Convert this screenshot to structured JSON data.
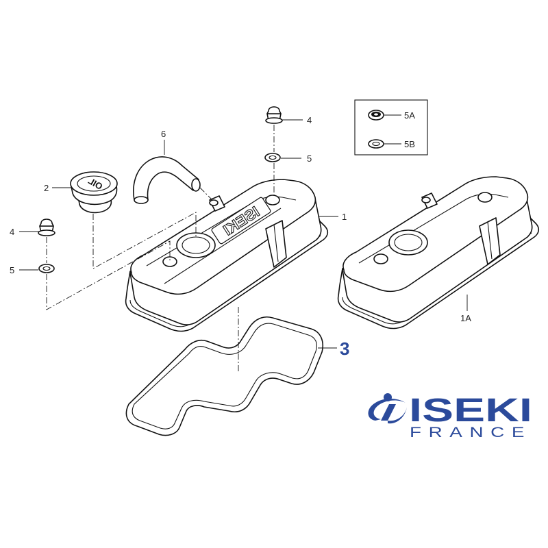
{
  "callouts": {
    "valve_cover": "1",
    "valve_cover_alt": "1A",
    "oil_cap": "2",
    "gasket": "3",
    "bolt_left": "4",
    "bolt_top": "4",
    "washer_left": "5",
    "washer_top": "5",
    "seal_5a": "5A",
    "washer_5b": "5B",
    "breather_hose": "6"
  },
  "embossing": {
    "cover_brand": "ISEKI",
    "cap_label": "OIL"
  },
  "logo": {
    "word": "ISEKI",
    "sub": "FRANCE",
    "color": "#2b4a9b"
  }
}
